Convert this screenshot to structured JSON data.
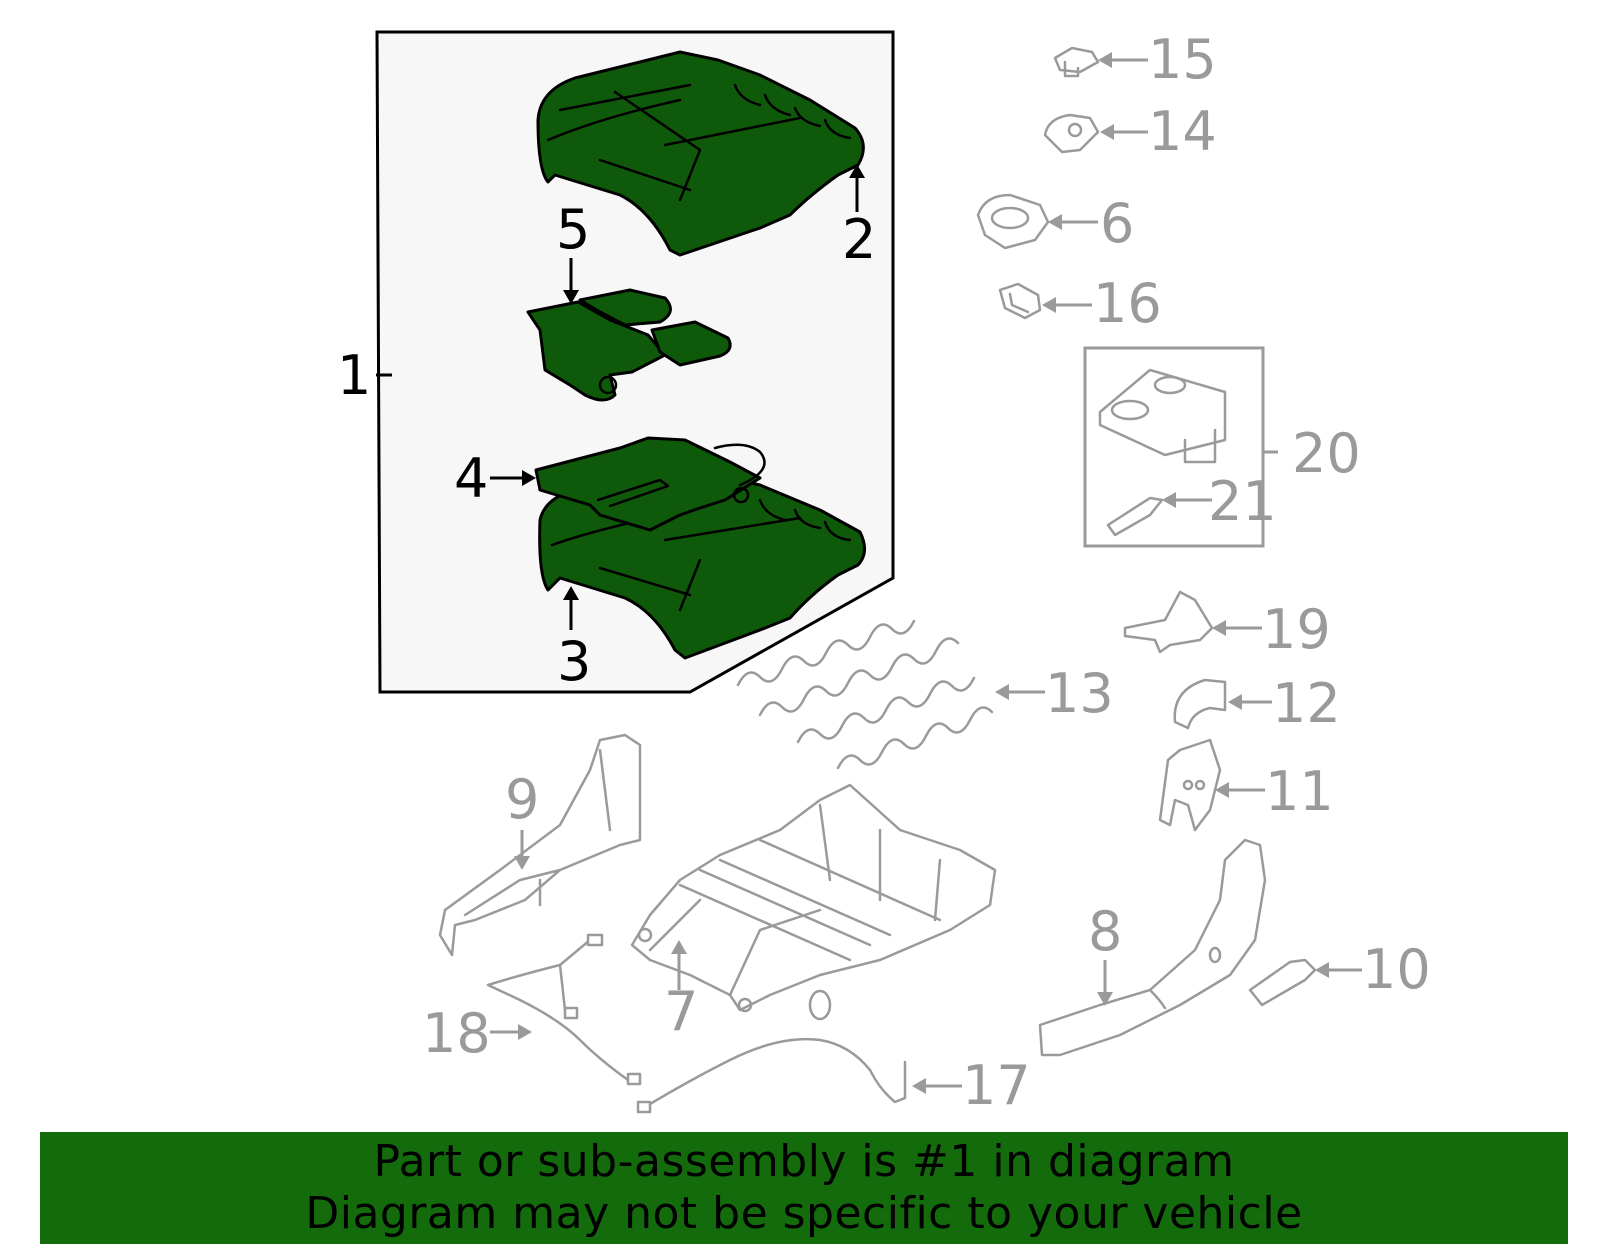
{
  "colors": {
    "highlight_green": "#0f5a0a",
    "banner_green": "#136b0c",
    "inactive_gray": "#9a9a9a",
    "box_fill": "#f7f7f7"
  },
  "callouts": {
    "c1": "1",
    "c2": "2",
    "c3": "3",
    "c4": "4",
    "c5": "5",
    "c6": "6",
    "c7": "7",
    "c8": "8",
    "c9": "9",
    "c10": "10",
    "c11": "11",
    "c12": "12",
    "c13": "13",
    "c14": "14",
    "c15": "15",
    "c16": "16",
    "c17": "17",
    "c18": "18",
    "c19": "19",
    "c20": "20",
    "c21": "21"
  },
  "footer": {
    "line1": "Part or sub-assembly is #1 in diagram",
    "line2": "Diagram may not be specific to your vehicle"
  }
}
